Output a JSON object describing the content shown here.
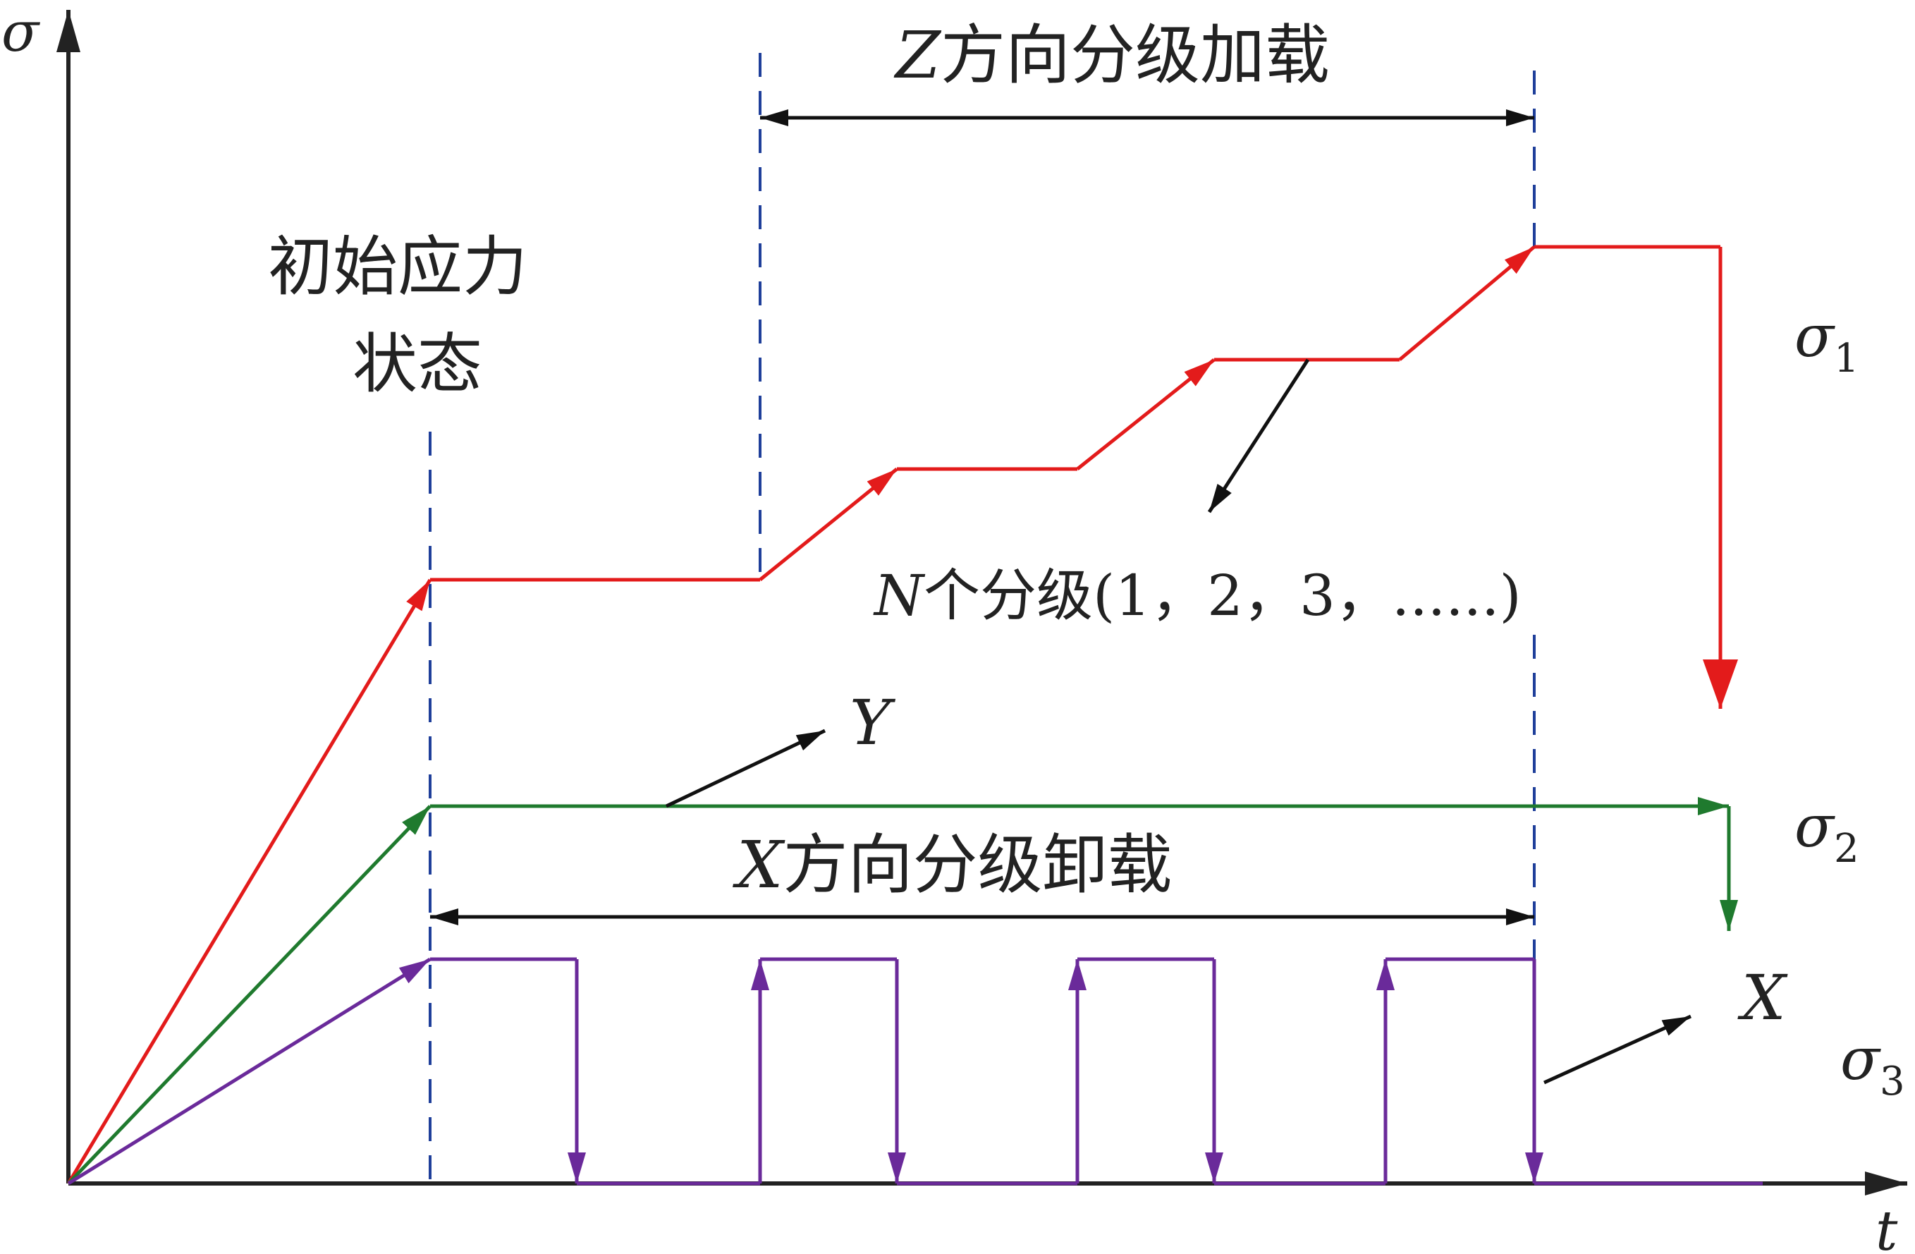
{
  "axes": {
    "y_label": "σ",
    "x_label": "t"
  },
  "labels": {
    "initial_state_line1": "初始应力",
    "initial_state_line2": "状态",
    "z_loading_var": "Z",
    "z_loading_text": "方向分级加载",
    "x_unloading_var": "X",
    "x_unloading_text": "方向分级卸载",
    "n_stage_var": "N",
    "n_stage_text": "个分级(1，2，3，......)",
    "y_dir": "Y",
    "x_dir": "X"
  },
  "curves": [
    {
      "name": "σ1",
      "symbol": "σ",
      "subscript": "1",
      "color": "#e31b1b"
    },
    {
      "name": "σ2",
      "symbol": "σ",
      "subscript": "2",
      "color": "#1f7a2e"
    },
    {
      "name": "σ3",
      "symbol": "σ",
      "subscript": "3",
      "color": "#6a2a9a"
    }
  ],
  "colors": {
    "axis": "#222222",
    "guide_dashed": "#1f3f9a",
    "annotation_arrow": "#111111"
  }
}
